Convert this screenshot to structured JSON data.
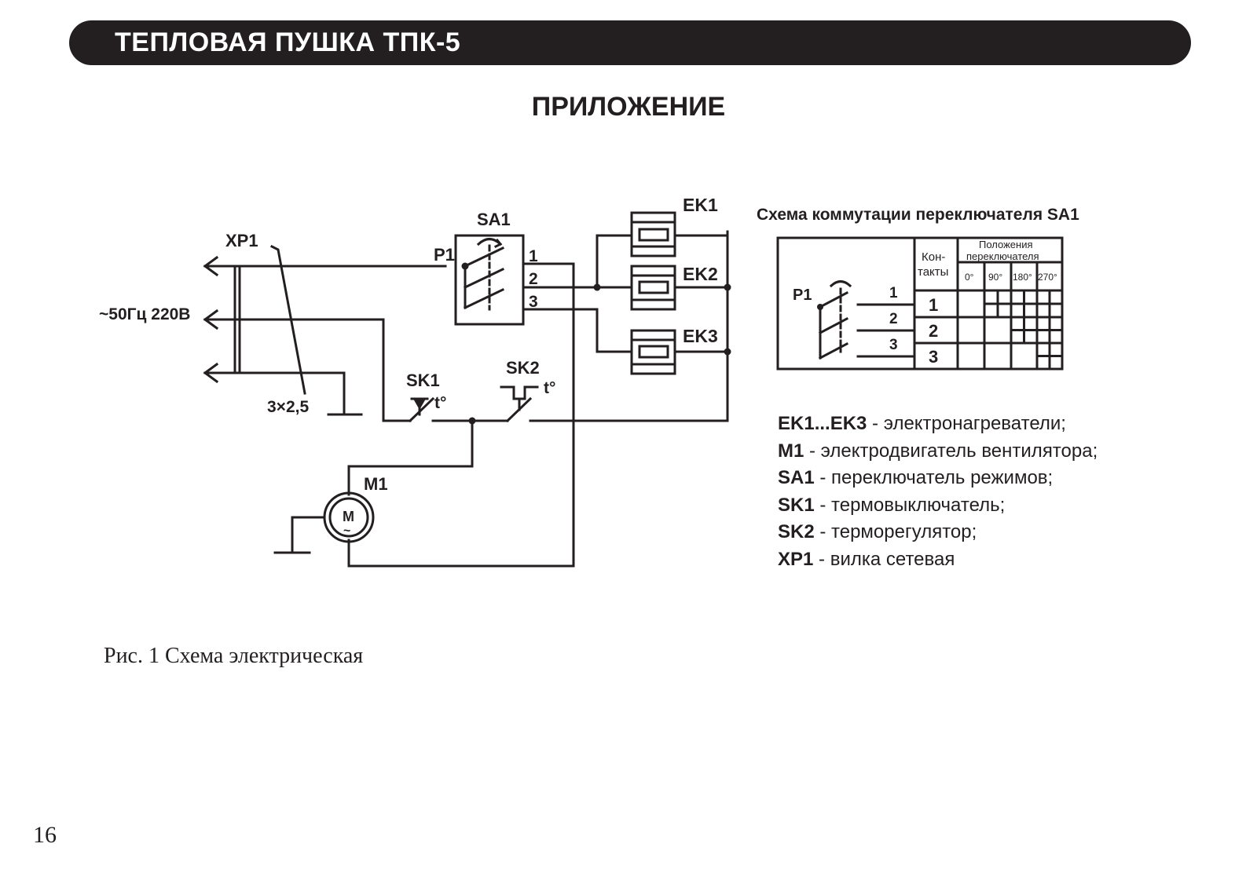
{
  "header": {
    "title": "ТЕПЛОВАЯ ПУШКА ТПК-5"
  },
  "section_title": "ПРИЛОЖЕНИЕ",
  "schematic": {
    "plug_label": "XP1",
    "supply_label": "~50Гц 220В",
    "cable_label": "3×2,5",
    "switch_label": "SA1",
    "switch_pole_label": "P1",
    "contact_labels": [
      "1",
      "2",
      "3"
    ],
    "heater_labels": [
      "EK1",
      "EK2",
      "EK3"
    ],
    "thermo_switch_label": "SK1",
    "thermo_regulator_label": "SK2",
    "temp_symbol": "t°",
    "motor_label": "M1",
    "motor_letter": "M",
    "motor_ac_symbol": "~"
  },
  "switch_table": {
    "title": "Схема коммутации переключателя SA1",
    "pole_label": "P1",
    "contacts_header": [
      "Кон-",
      "такты"
    ],
    "positions_header": [
      "Положения",
      "переключателя"
    ],
    "positions": [
      "0°",
      "90°",
      "180°",
      "270°"
    ],
    "rows": [
      {
        "contact": "1",
        "closed": [
          false,
          true,
          true,
          true
        ]
      },
      {
        "contact": "2",
        "closed": [
          false,
          false,
          true,
          true
        ]
      },
      {
        "contact": "3",
        "closed": [
          false,
          false,
          false,
          true
        ]
      }
    ]
  },
  "legend": [
    {
      "code": "EK1...EK3",
      "desc": " - электронагреватели;"
    },
    {
      "code": "M1",
      "desc": " - электродвигатель вентилятора;"
    },
    {
      "code": "SA1",
      "desc": " - переключатель режимов;"
    },
    {
      "code": "SK1",
      "desc": " - термовыключатель;"
    },
    {
      "code": "SK2",
      "desc": " - терморегулятор;"
    },
    {
      "code": "XP1",
      "desc": " - вилка сетевая"
    }
  ],
  "caption": "Рис. 1 Схема электрическая",
  "page_number": "16"
}
